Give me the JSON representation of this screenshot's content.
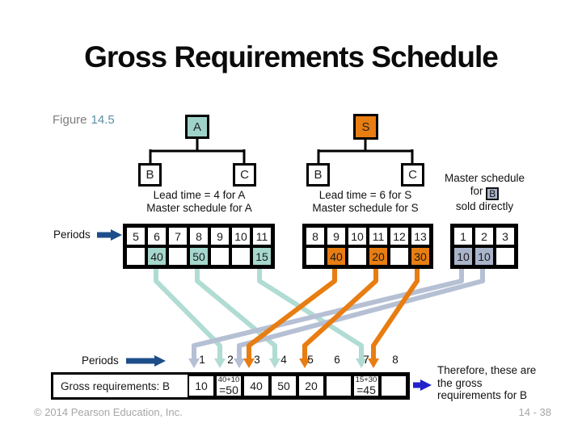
{
  "title": "Gross Requirements Schedule",
  "figure": {
    "prefix": "Figure",
    "number": "14.5"
  },
  "palette": {
    "teal_fill": "#9fd3c9",
    "teal_line": "#b0dcd3",
    "orange_fill": "#e87d12",
    "gray_blue_fill": "#a9b4cb",
    "gray_line": "#b6c0d4",
    "navy_arrow": "#1d4e89",
    "blue_arrow": "#2222cc",
    "figure_number_color": "#5b8fa3",
    "footer_gray": "#a6a6a6"
  },
  "tree_a": {
    "root": "A",
    "left_child": "B",
    "right_child": "C",
    "note1": "Lead time = 4 for A",
    "note2": "Master schedule for A"
  },
  "tree_s": {
    "root": "S",
    "left_child": "B",
    "right_child": "C",
    "note1": "Lead time = 6 for S",
    "note2": "Master schedule for S"
  },
  "direct_b": {
    "line1": "Master schedule",
    "line2_prefix": "for",
    "box": "B",
    "line3": "sold directly"
  },
  "periods_top": {
    "label": "Periods"
  },
  "table_a": {
    "periods": [
      "5",
      "6",
      "7",
      "8",
      "9",
      "10",
      "11"
    ],
    "values": [
      "",
      "40",
      "",
      "50",
      "",
      "",
      "15"
    ]
  },
  "table_s": {
    "periods": [
      "8",
      "9",
      "10",
      "11",
      "12",
      "13"
    ],
    "values": [
      "",
      "40",
      "",
      "20",
      "",
      "30"
    ]
  },
  "table_b": {
    "periods": [
      "1",
      "2",
      "3"
    ],
    "values": [
      "10",
      "10",
      ""
    ]
  },
  "bottom": {
    "periods_label": "Periods",
    "period_numbers": [
      "1",
      "2",
      "3",
      "4",
      "5",
      "6",
      "7",
      "8"
    ],
    "row_label": "Gross requirements: B",
    "cells": [
      {
        "top": "",
        "main": "10"
      },
      {
        "top": "40+10",
        "main": "=50"
      },
      {
        "top": "",
        "main": "40"
      },
      {
        "top": "",
        "main": "50"
      },
      {
        "top": "",
        "main": "20"
      },
      {
        "top": "",
        "main": ""
      },
      {
        "top": "15+30",
        "main": "=45"
      },
      {
        "top": "",
        "main": ""
      }
    ],
    "note_lines": [
      "Therefore, these are",
      "the gross",
      "requirements for B"
    ]
  },
  "footer": {
    "copyright": "© 2014 Pearson Education, Inc.",
    "page": "14 - 38"
  }
}
